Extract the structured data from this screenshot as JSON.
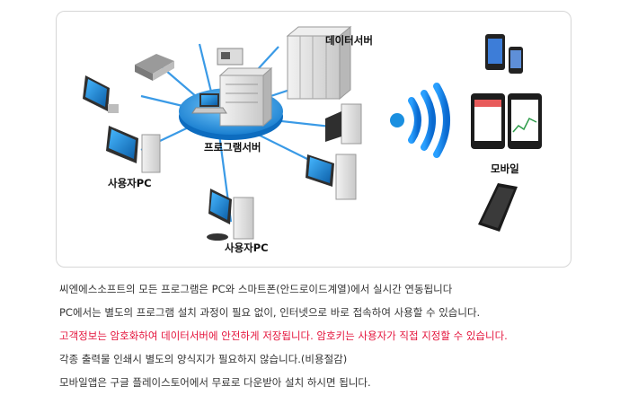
{
  "diagram": {
    "labels": {
      "data_server": "데이터서버",
      "program_server": "프로그램서버",
      "user_pc_left": "사용자PC",
      "user_pc_bottom": "사용자PC",
      "mobile": "모바일"
    }
  },
  "description": {
    "lines": [
      "씨엔에스소프트의 모든 프로그램은 PC와 스마트폰(안드로이드계열)에서 실시간 연동됩니다",
      "PC에서는 별도의 프로그램 설치 과정이 필요 없이, 인터넷으로 바로 접속하여 사용할 수 있습니다.",
      "고객정보는 암호화하여 데이터서버에 안전하게 저장됩니다. 암호키는 사용자가 직접 지정할 수 있습니다.",
      "각종 출력물 인쇄시 별도의 양식지가 필요하지 않습니다.(비용절감)",
      "모바일앱은  구글 플레이스토어에서 무료로 다운받아 설치 하시면 됩니다."
    ]
  },
  "colors": {
    "accent_blue": "#1a8fe0",
    "highlight_red": "#e4143c",
    "text": "#333333",
    "border": "#d6d6d6"
  }
}
